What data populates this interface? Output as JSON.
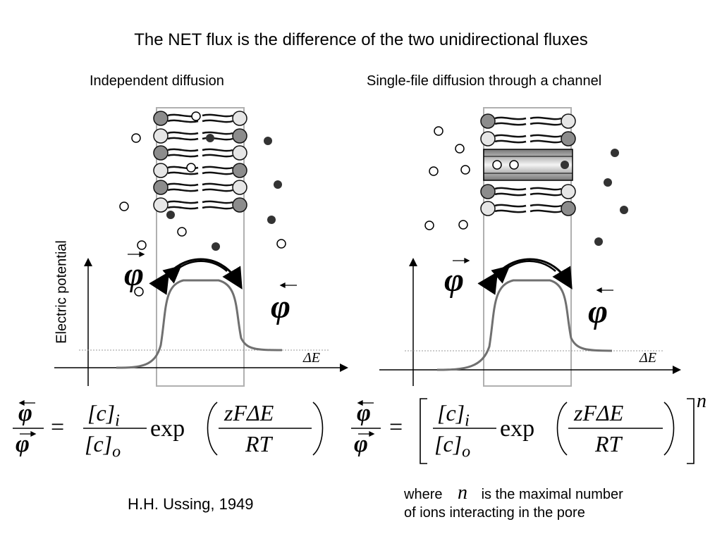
{
  "title": "The NET flux is the difference of the two unidirectional fluxes",
  "left_panel": {
    "heading": "Independent diffusion",
    "y_axis_label": "Electric potential",
    "x_axis_label": "ΔE",
    "phi_forward": "φ",
    "phi_backward": "φ"
  },
  "right_panel": {
    "heading": "Single-file diffusion through a channel",
    "x_axis_label": "ΔE",
    "phi_forward": "φ",
    "phi_backward": "φ"
  },
  "equation_left": {
    "num_phi": "φ",
    "den_phi": "φ",
    "c_i": "[c]",
    "c_i_sub": "i",
    "c_o": "[c]",
    "c_o_sub": "o",
    "exp": "exp",
    "frac_num": "zFΔE",
    "frac_den": "RT"
  },
  "equation_right": {
    "num_phi": "φ",
    "den_phi": "φ",
    "c_i": "[c]",
    "c_i_sub": "i",
    "c_o": "[c]",
    "c_o_sub": "o",
    "exp": "exp",
    "frac_num": "zFΔE",
    "frac_den": "RT",
    "power": "n"
  },
  "citation": "H.H. Ussing, 1949",
  "note": {
    "prefix": "where",
    "var": "n",
    "suffix": "is the maximal number",
    "line2": "of ions interacting in the pore"
  },
  "colors": {
    "lipid_dark": "#8c8c8c",
    "lipid_light": "#e6e6e6",
    "ion_filled": "#333333",
    "membrane_outline": "#b0b0b0",
    "potential_curve": "#707070"
  }
}
